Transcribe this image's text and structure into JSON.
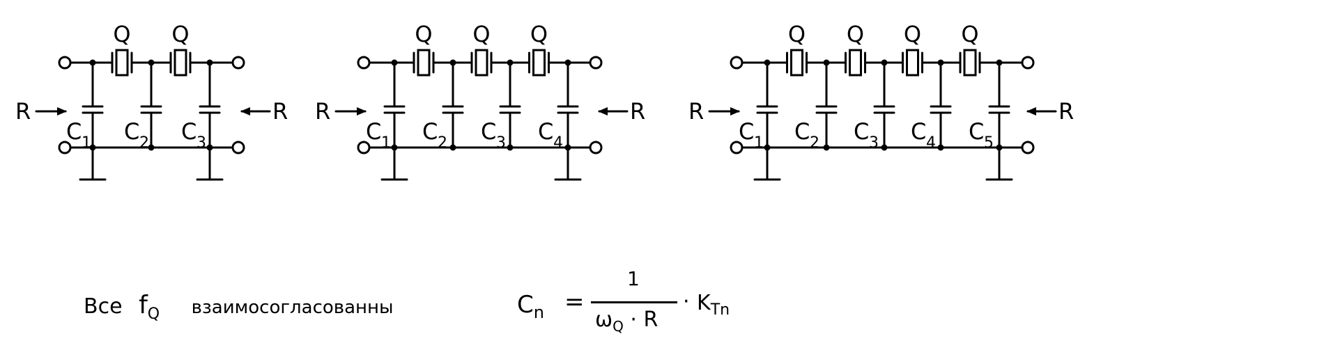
{
  "circuits": [
    {
      "crystal_label": "Q",
      "input_label": "R",
      "output_label": "R",
      "capacitors": [
        {
          "main": "C",
          "sub": "1"
        },
        {
          "main": "C",
          "sub": "2"
        },
        {
          "main": "C",
          "sub": "3"
        }
      ]
    },
    {
      "crystal_label": "Q",
      "input_label": "R",
      "output_label": "R",
      "capacitors": [
        {
          "main": "C",
          "sub": "1"
        },
        {
          "main": "C",
          "sub": "2"
        },
        {
          "main": "C",
          "sub": "3"
        },
        {
          "main": "C",
          "sub": "4"
        }
      ]
    },
    {
      "crystal_label": "Q",
      "input_label": "R",
      "output_label": "R",
      "capacitors": [
        {
          "main": "C",
          "sub": "1"
        },
        {
          "main": "C",
          "sub": "2"
        },
        {
          "main": "C",
          "sub": "3"
        },
        {
          "main": "C",
          "sub": "4"
        },
        {
          "main": "C",
          "sub": "5"
        }
      ]
    }
  ],
  "caption": {
    "prefix": "Все",
    "f_symbol": "f",
    "f_sub": "Q",
    "text": "взаимосогласованны"
  },
  "formula": {
    "lhs": "C",
    "lhs_sub": "n",
    "equals": "=",
    "numerator": "1",
    "den_omega": "ω",
    "den_omega_sub": "Q",
    "den_rest": "· R",
    "mult": "·",
    "k": "K",
    "k_sub": "Tn"
  }
}
